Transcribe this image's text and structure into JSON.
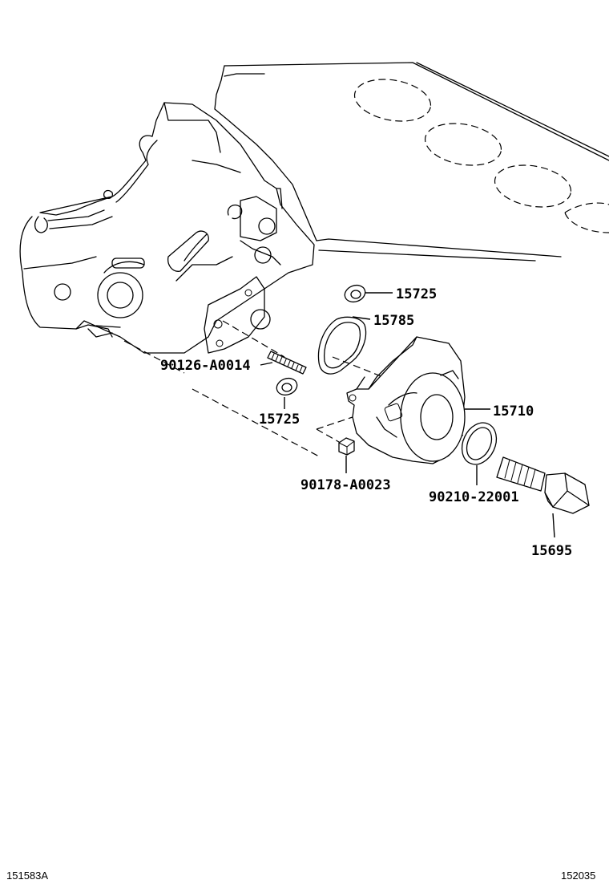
{
  "parts": [
    {
      "id": "p1",
      "number": "15725"
    },
    {
      "id": "p2",
      "number": "15785"
    },
    {
      "id": "p3",
      "number": "90126-A0014"
    },
    {
      "id": "p4",
      "number": "15725"
    },
    {
      "id": "p5",
      "number": "15710"
    },
    {
      "id": "p6",
      "number": "90178-A0023"
    },
    {
      "id": "p7",
      "number": "90210-22001"
    },
    {
      "id": "p8",
      "number": "15695"
    }
  ],
  "footer": {
    "left_code": "151583A",
    "right_code": "152035"
  }
}
